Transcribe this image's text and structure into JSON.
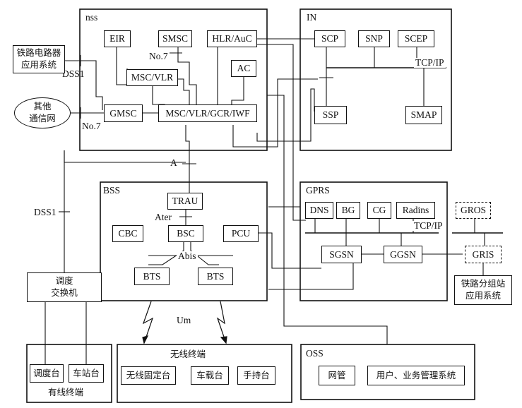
{
  "regions": {
    "nss": "nss",
    "in": "IN",
    "bss": "BSS",
    "gprs": "GPRS",
    "oss": "OSS",
    "wireless_terminal": "无线终端",
    "wired_terminal": "有线终端"
  },
  "nodes": {
    "eir": "EIR",
    "smsc": "SMSC",
    "hlr_auc": "HLR/AuC",
    "msc_vlr": "MSC/VLR",
    "ac": "AC",
    "gmsc": "GMSC",
    "msc_vlr_gcr_iwf": "MSC/VLR/GCR/IWF",
    "scp": "SCP",
    "snp": "SNP",
    "scep": "SCEP",
    "ssp": "SSP",
    "smap": "SMAP",
    "trau": "TRAU",
    "cbc": "CBC",
    "bsc": "BSC",
    "pcu": "PCU",
    "bts_left": "BTS",
    "bts_right": "BTS",
    "dns": "DNS",
    "bg": "BG",
    "cg": "CG",
    "radins": "Radins",
    "sgsn": "SGSN",
    "ggsn": "GGSN",
    "gros": "GROS",
    "gris": "GRIS",
    "railway_power_system": [
      "铁路电路器",
      "应用系统"
    ],
    "other_network": [
      "其他",
      "通信网"
    ],
    "dispatch_switch": [
      "调度",
      "交换机"
    ],
    "railway_station_system": [
      "铁路分组站",
      "应用系统"
    ],
    "dispatch_console": "调度台",
    "station_console": "车站台",
    "wireless_fixed": "无线固定台",
    "vehicle_set": "车载台",
    "handheld_set": "手持台",
    "network_mgmt": "网管",
    "user_service_mgmt": "用户、业务管理系统"
  },
  "labels": {
    "no7_top": "No.7",
    "dss1_top": "DSS1",
    "no7_bottom": "No.7",
    "tcpip_in": "TCP/IP",
    "a_interface": "A",
    "ater": "Ater",
    "abis": "Abis",
    "dss1_left": "DSS1",
    "um": "Um",
    "tcpip_gprs": "TCP/IP"
  }
}
